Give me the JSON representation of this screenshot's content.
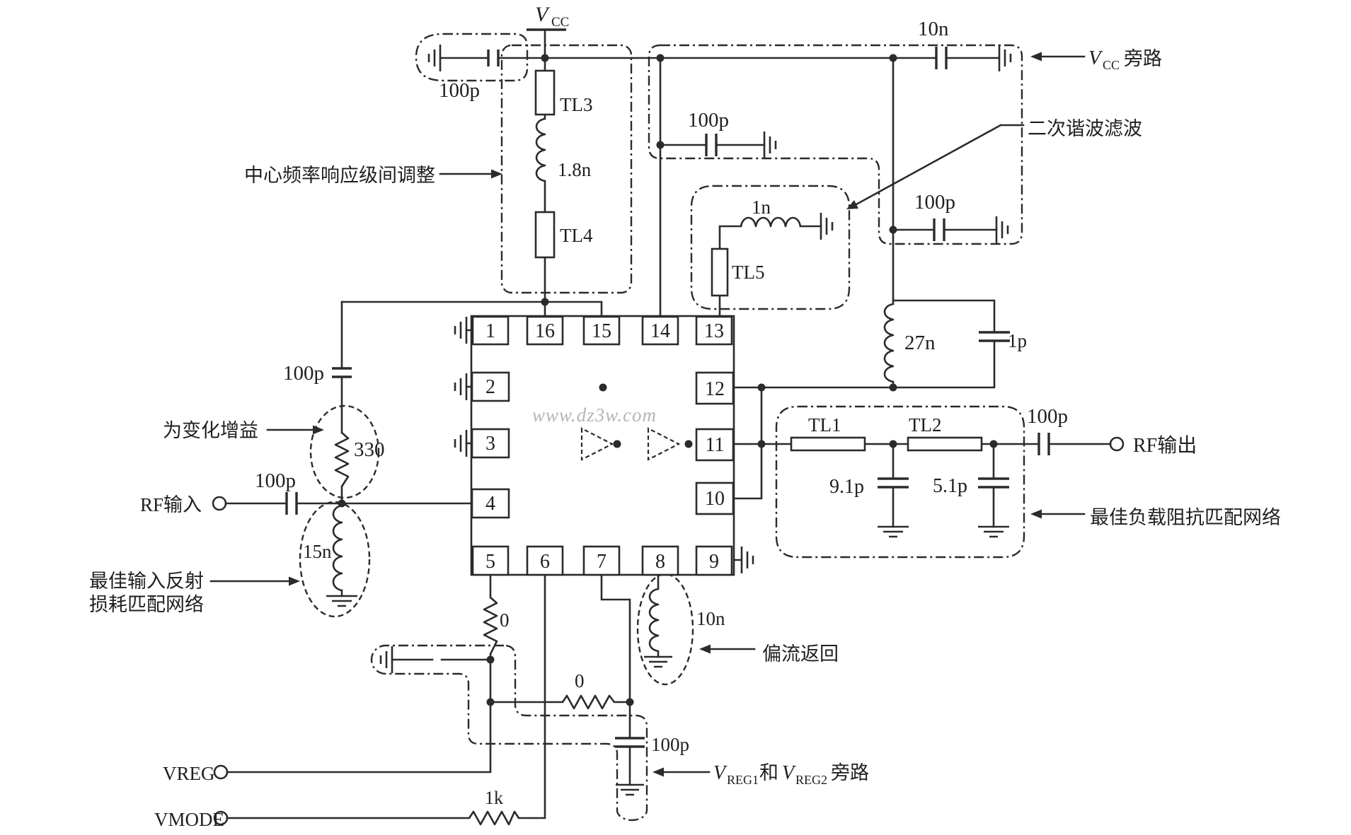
{
  "watermark": "www.dz3w.com",
  "power": {
    "vcc_main": "V",
    "vcc_sub": "CC"
  },
  "terminals": {
    "rf_input": "RF输入",
    "rf_output": "RF输出",
    "vreg": "VREG",
    "vmode": "VMODE"
  },
  "ic": {
    "pins_top": [
      "1",
      "16",
      "15",
      "14",
      "13"
    ],
    "pins_left": [
      "2",
      "3",
      "4"
    ],
    "pins_right": [
      "12",
      "11",
      "10"
    ],
    "pins_bottom": [
      "5",
      "6",
      "7",
      "8",
      "9"
    ]
  },
  "values": {
    "c_topleft": "100p",
    "tl3": "TL3",
    "l_interstage": "1.8n",
    "tl4": "TL4",
    "c_vcc_10n": "10n",
    "c_topright": "100p",
    "c_right": "100p",
    "l_filter": "1n",
    "tl5": "TL5",
    "l_choke": "27n",
    "c_1p": "1p",
    "c_shunt": "100p",
    "r_gain": "330",
    "c_input": "100p",
    "l_input": "15n",
    "tl1": "TL1",
    "tl2": "TL2",
    "c_match1": "9.1p",
    "c_match2": "5.1p",
    "c_output": "100p",
    "r_zero_v": "0",
    "r_zero_h": "0",
    "l_bias": "10n",
    "c_vreg": "100p",
    "r_1k": "1k"
  },
  "annotations": {
    "interstage": "中心频率响应级间调整",
    "vcc_bypass_v": "V",
    "vcc_bypass_sub": "CC",
    "vcc_bypass_rest": "旁路",
    "harmonic": "二次谐波滤波",
    "gain": "为变化增益",
    "input_match_line1": "最佳输入反射",
    "input_match_line2": "损耗匹配网络",
    "load_match": "最佳负载阻抗匹配网络",
    "bias_return": "偏流返回",
    "vreg_v1": "V",
    "vreg_sub1": "REG1",
    "vreg_mid": "和",
    "vreg_v2": "V",
    "vreg_sub2": "REG2",
    "vreg_rest": "旁路"
  },
  "colors": {
    "ink": "#2b2b2b",
    "watermark": "#b5b5b5",
    "background": "#ffffff"
  }
}
